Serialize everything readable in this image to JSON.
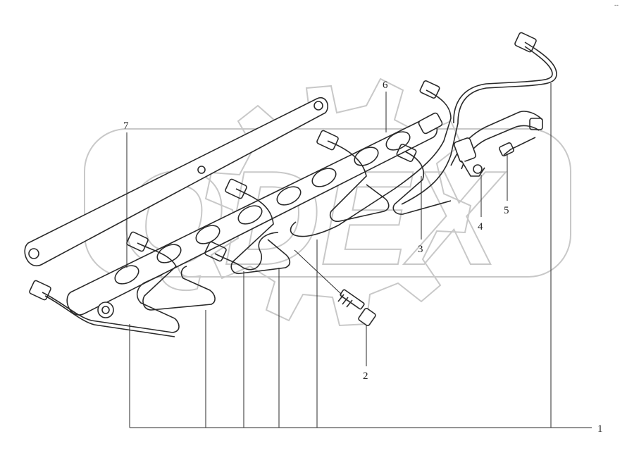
{
  "diagram": {
    "corner_mark": "--",
    "watermark": {
      "text": "QDEX",
      "color": "#c8c8c8"
    },
    "line_color": "#2a2a2a",
    "callouts": [
      {
        "id": "1",
        "label": "1"
      },
      {
        "id": "2",
        "label": "2"
      },
      {
        "id": "3",
        "label": "3"
      },
      {
        "id": "4",
        "label": "4"
      },
      {
        "id": "5",
        "label": "5"
      },
      {
        "id": "6",
        "label": "6"
      },
      {
        "id": "7",
        "label": "7"
      }
    ]
  }
}
